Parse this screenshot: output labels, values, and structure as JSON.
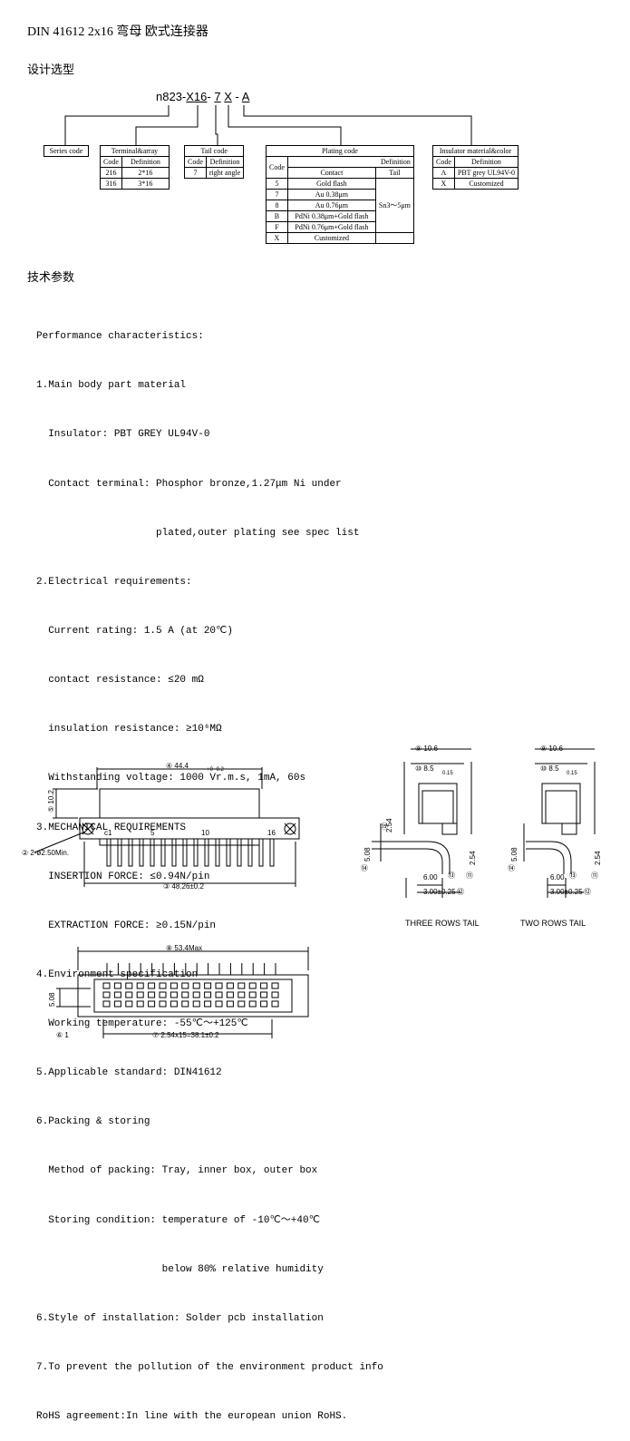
{
  "title": "DIN 41612 2x16  弯母 欧式连接器",
  "section_selection": "设计选型",
  "section_tech": "技术参数",
  "part_number": {
    "prefix": "n823",
    "dash1": "-",
    "seg_terminal": "X16",
    "dash2": "-",
    "seg_tail": "7",
    "seg_plating": "X",
    "dash3": "-",
    "seg_insulator": "A"
  },
  "series_box": {
    "label": "Series code"
  },
  "terminal_table": {
    "title": "Terminal&array",
    "headers": [
      "Code",
      "Definition"
    ],
    "rows": [
      [
        "216",
        "2*16"
      ],
      [
        "316",
        "3*16"
      ]
    ]
  },
  "tail_table": {
    "title": "Tail code",
    "headers": [
      "Code",
      "Definition"
    ],
    "rows": [
      [
        "7",
        "right angle"
      ]
    ]
  },
  "plating_table": {
    "title": "Plating code",
    "code_header": "Code",
    "definition_header": "Definition",
    "contact_header": "Contact",
    "tail_header": "Tail",
    "tail_value": "Sn3～5μm",
    "rows": [
      [
        "5",
        "Gold flash"
      ],
      [
        "7",
        "Au 0.38μm"
      ],
      [
        "8",
        "Au 0.76μm"
      ],
      [
        "B",
        "PdNi 0.38μm+Gold flash"
      ],
      [
        "F",
        "PdNi 0.76μm+Gold flash"
      ],
      [
        "X",
        "Customized"
      ]
    ]
  },
  "insulator_table": {
    "title": "Insulator material&color",
    "headers": [
      "Code",
      "Definition"
    ],
    "rows": [
      [
        "A",
        "PBT grey UL94V-0"
      ],
      [
        "X",
        "Customized"
      ]
    ]
  },
  "performance": [
    "Performance characteristics:",
    "1.Main body part material",
    "  Insulator: PBT GREY UL94V-0",
    "  Contact terminal: Phosphor bronze,1.27μm Ni under",
    "                    plated,outer plating see spec list",
    "2.Electrical requirements:",
    "  Current rating: 1.5 A (at 20℃)",
    "  contact resistance: ≤20 mΩ",
    "  insulation resistance: ≥10⁶MΩ",
    "  Withstanding voltage: 1000 Vr.m.s, 1mA, 60s",
    "3.MECHANICAL REQUIREMENTS",
    "  INSERTION FORCE: ≤0.94N/pin",
    "  EXTRACTION FORCE: ≥0.15N/pin",
    "4.Environment specification",
    "  Working temperature: -55℃～+125℃",
    "5.Applicable standard: DIN41612",
    "6.Packing & storing",
    "  Method of packing: Tray, inner box, outer box",
    "  Storing condition: temperature of -10℃～+40℃",
    "                     below 80% relative humidity",
    "6.Style of installation: Solder pcb installation",
    "7.To prevent the pollution of the environment product info",
    "RoHS agreement:In line with the european union RoHS."
  ],
  "drawing": {
    "dim_top_width": "④ 44.4",
    "dim_top_tol": "+0 -0.2",
    "dim_height": "⑤ 10.2",
    "pin_labels": [
      "c1",
      "5",
      "10",
      "16"
    ],
    "dim_hole": "② 2-ø2.50Min.",
    "dim_bottom_width": "③ 48.26±0.2",
    "dim_side_top": "⑨ 10.6",
    "dim_side_mid": "⑩ 8.5",
    "dim_side_mid_tol": "0.15",
    "dim_254": "2.54",
    "dim_508": "5.08",
    "dim_600": "6.00",
    "dim_300": "3.00±0.25",
    "circle_13": "⑬",
    "circle_14": "⑭",
    "circle_11": "⑪",
    "circle_12": "⑫",
    "circle_15": "⑮",
    "three_rows_caption": "THREE ROWS TAIL",
    "two_rows_caption": "TWO ROWS TAIL",
    "dim_front_width": "⑧ 53.4Max",
    "dim_front_height": "5.08",
    "dim_pitch": "⑦ 2.54x15=38.1±0.2",
    "dim_small": "⑥ 1"
  }
}
